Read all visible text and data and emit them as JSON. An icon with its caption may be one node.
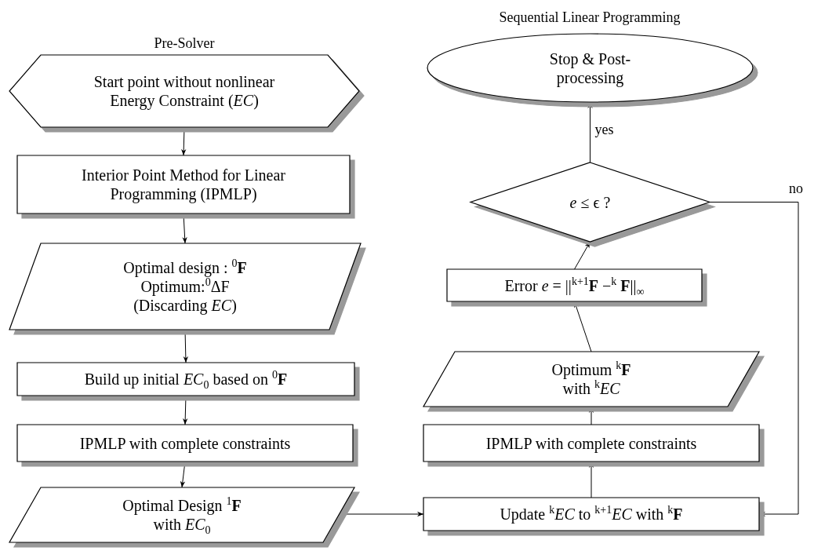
{
  "diagram": {
    "nodes": [
      {
        "text": [
          "Start point without nonlinear Energy Constraint (*EC*)"
        ]
      },
      {
        "text": [
          "Interior Point Method for Linear Programming (IPMLP)"
        ]
      },
      {
        "text": [
          "Optimal design : $^{0}$**F** Optimum:$^{0}$ΔF (Discarding *EC*)"
        ]
      },
      {
        "text": [
          "Build up initial *EC*$_{0}$ based on $^{0}$**F**"
        ]
      },
      {
        "text": [
          "IPMLP with complete constraints"
        ]
      },
      {
        "text": [
          "Optimal Design $^{1}$**F** with *EC*$_{0}$"
        ]
      },
      {
        "text": [
          "Update $^{k}$*EC* to $^{k+1}$*EC* with $^{k}$**F**"
        ]
      },
      {
        "text": [
          "IPMLP with complete constraints"
        ]
      },
      {
        "text": [
          "Optimum $^{k}$**F** with $^{k}$*EC*"
        ]
      },
      {
        "text": [
          "Error *e* = ||$^{k+1}$**F** −$^{k}$ **F**||$_{∞}$"
        ]
      },
      {
        "text": [
          "*e* ≤ ϵ ?"
        ]
      },
      {
        "text": [
          "Stop & Post-processing"
        ]
      }
    ],
    "edges": [
      {
        "from": 0,
        "to": 1,
        "arrow": "to"
      },
      {
        "from": 1,
        "to": 2,
        "arrow": "to"
      },
      {
        "from": 2,
        "to": 3,
        "arrow": "to"
      },
      {
        "from": 3,
        "to": 4,
        "arrow": "to"
      },
      {
        "from": 4,
        "to": 5,
        "arrow": "to"
      },
      {
        "from": 5,
        "to": 6,
        "arrow": "to"
      },
      {
        "from": 6,
        "to": 7,
        "arrow": "to"
      },
      {
        "from": 7,
        "to": 8,
        "arrow": "to"
      },
      {
        "from": 8,
        "to": 9,
        "arrow": "to"
      },
      {
        "from": 9,
        "to": 10,
        "arrow": "to"
      },
      {
        "from": 10,
        "to": 11,
        "arrow": "to",
        "label": "yes"
      },
      {
        "from": 10,
        "to": 6,
        "arrow": "to",
        "label": "no"
      }
    ],
    "labels": [
      "Pre-Solver",
      "Sequential Linear Programming"
    ]
  }
}
